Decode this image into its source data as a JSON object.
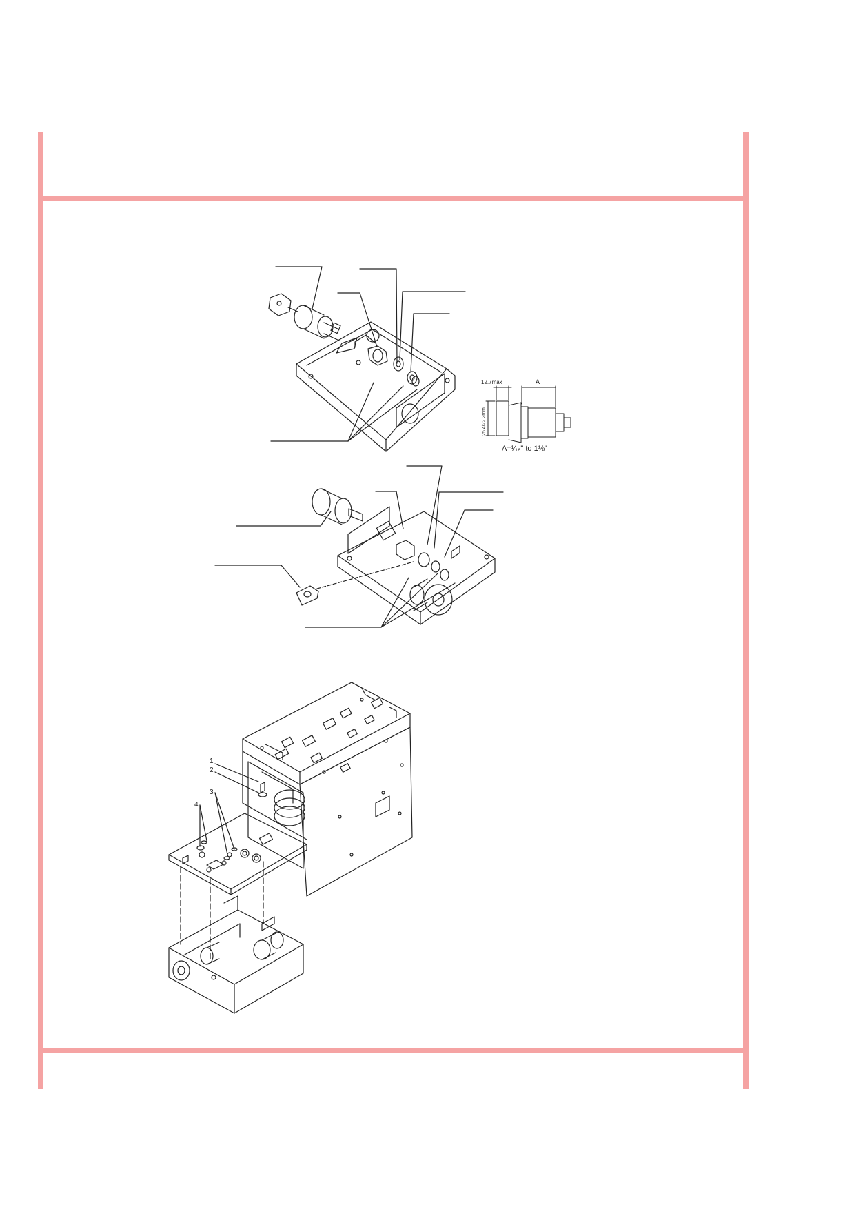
{
  "frame": {
    "color": "#f5a3a3"
  },
  "figure1": {
    "dim_max": "12.7max",
    "dim_a": "A",
    "dim_height": "25.4/22.2mm",
    "formula": "A=¹⁄₁₆\" to 1⅛\""
  },
  "figure3": {
    "callouts": [
      "1",
      "2",
      "3",
      "4"
    ]
  }
}
